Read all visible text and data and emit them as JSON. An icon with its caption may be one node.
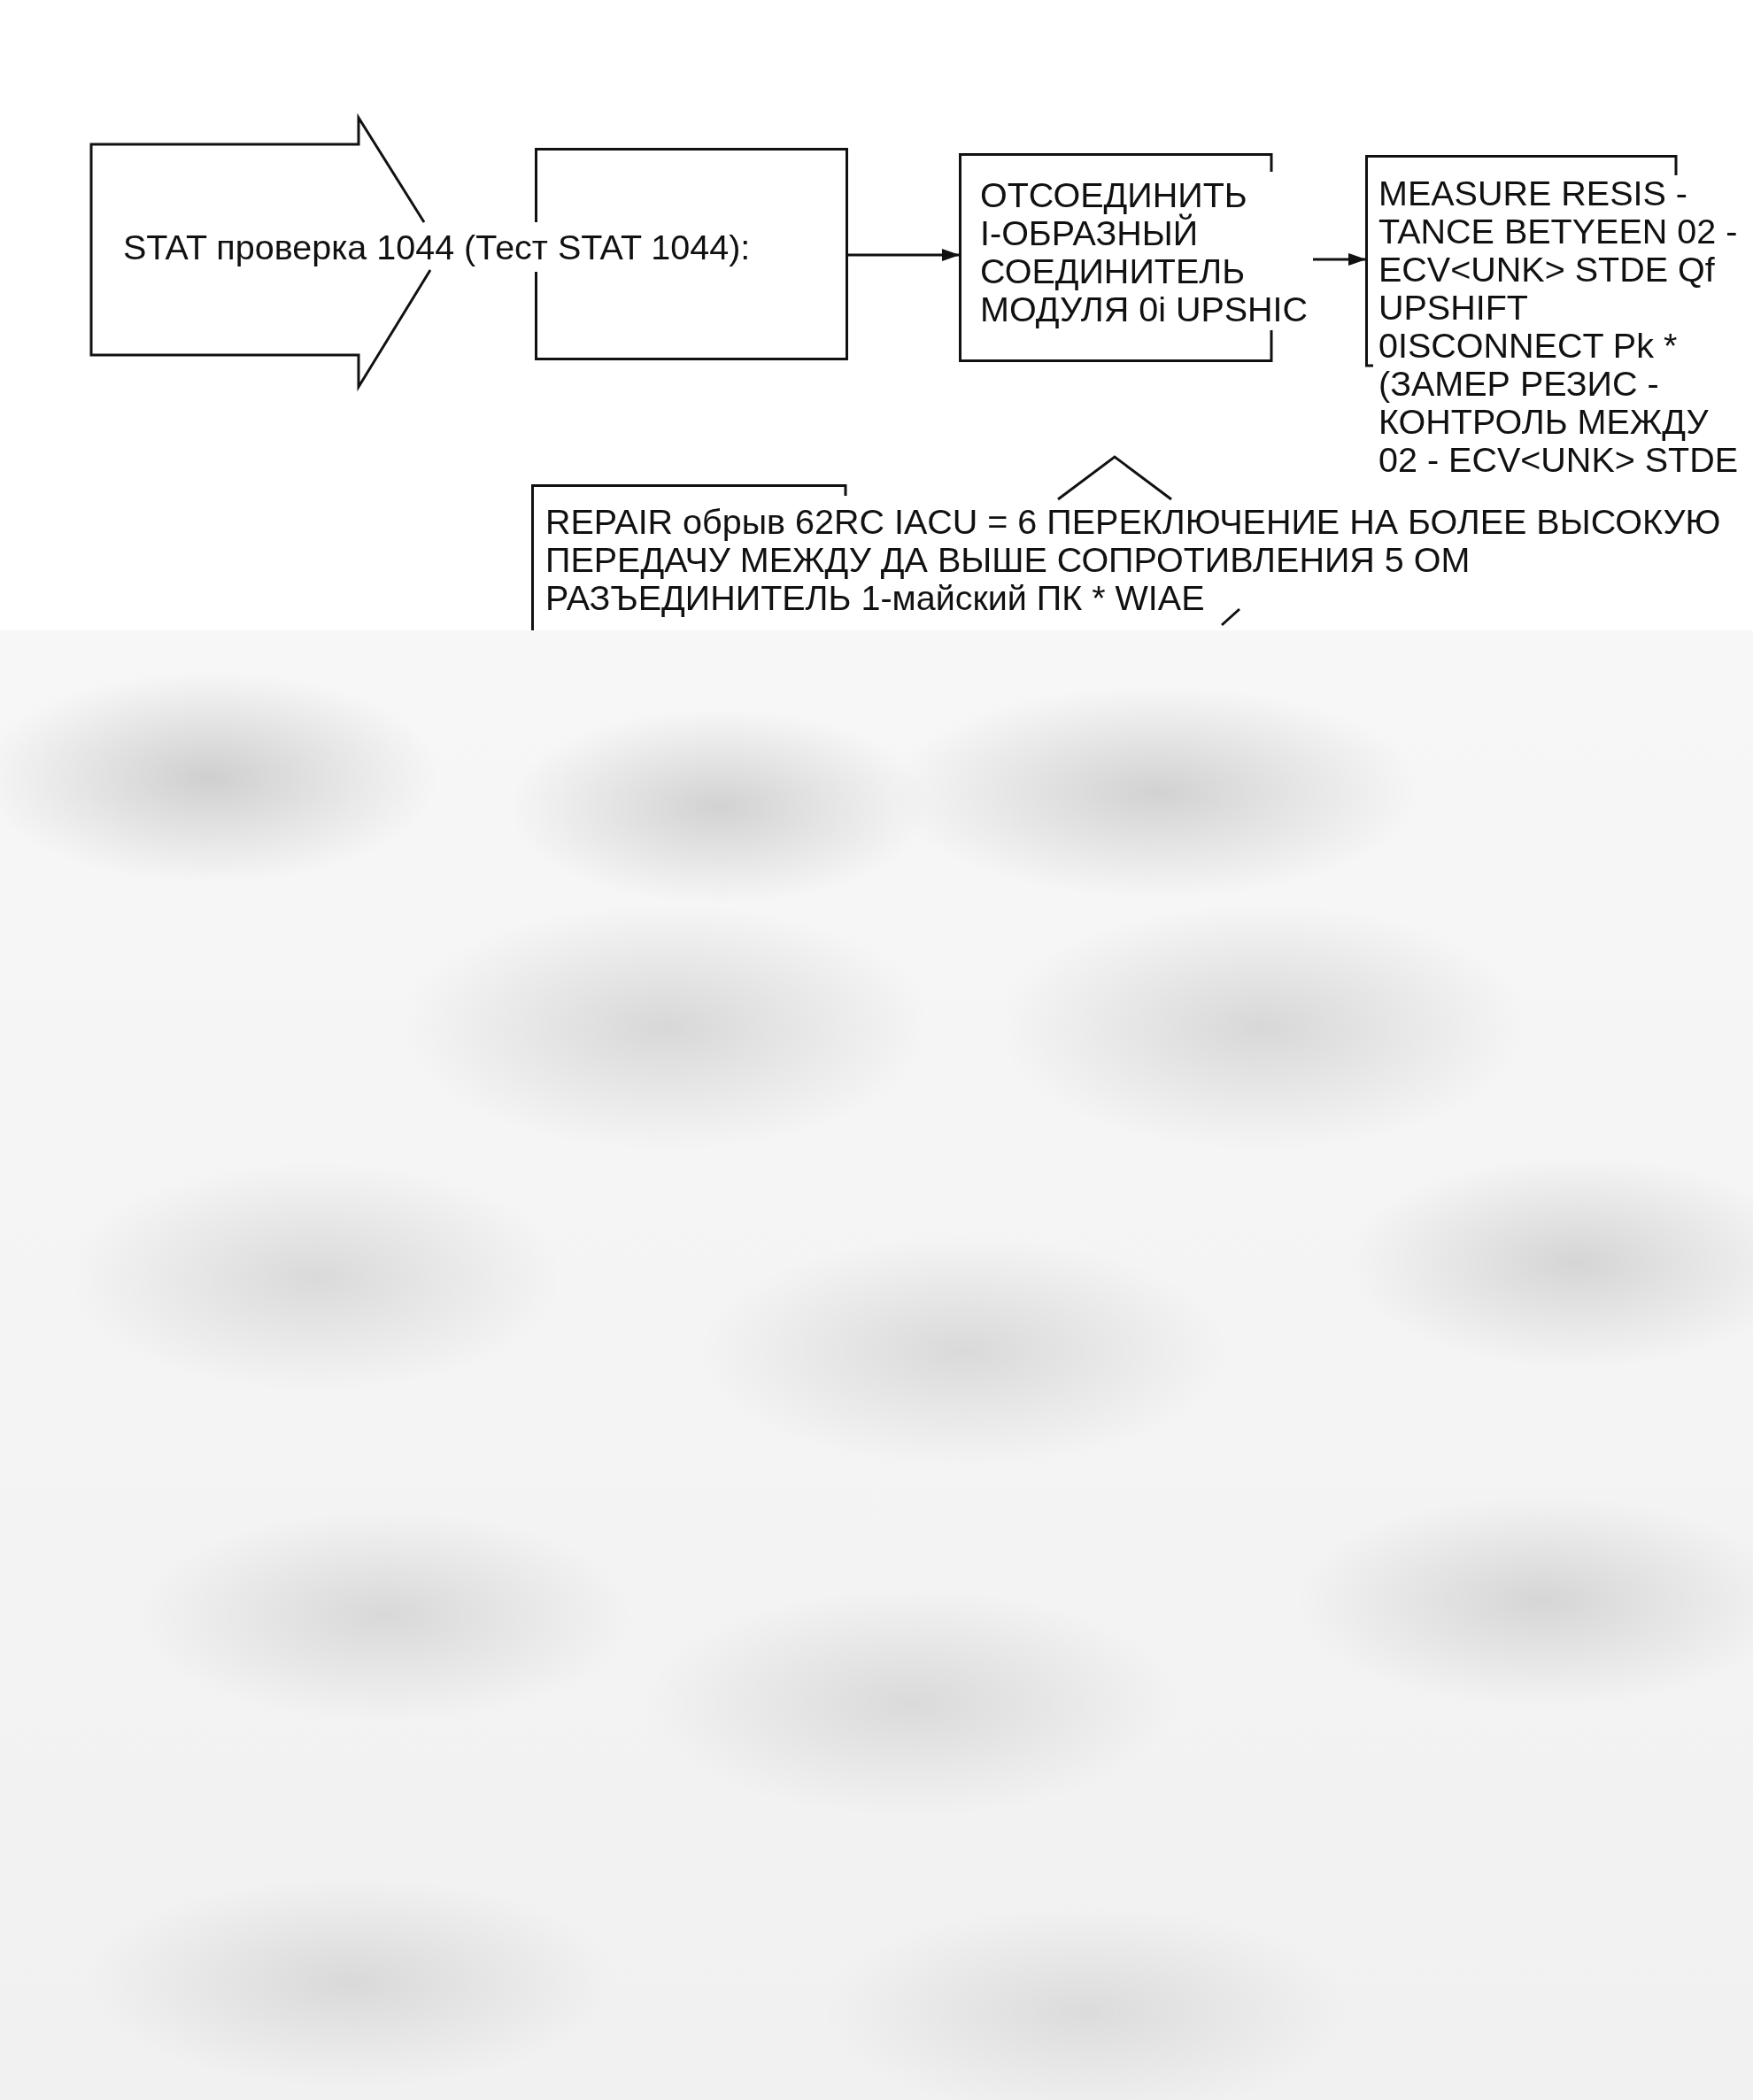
{
  "diagram": {
    "nodes": [
      {
        "text": [
          "STAT проверка 1044 (Тест STAT 1044):"
        ]
      },
      {
        "text": [],
        "shape": "box"
      },
      {
        "text": [
          "ОТСОЕДИНИТЬ I-ОБРАЗНЫЙ СОЕДИНИТЕЛЬ МОДУЛЯ 0i UPSHIC"
        ]
      },
      {
        "text": [
          "MEASURE RESIS - TANCE BETYEEN 02 - ECV<UNK> STDE Qf UPSHIFT 0ISCONNECT Pk * (ЗАМЕР РЕЗИС - КОНТРОЛЬ МЕЖДУ 02 - ECV<UNK> STDE"
        ]
      },
      {
        "text": [
          "REPAIR обрыв 62RC IACU = 6 ПЕРЕКЛЮЧЕНИЕ НА БОЛЕЕ ВЫСОКУЮ ПЕРЕДАЧУ МЕЖДУ ДА ВЫШЕ СОПРОТИВЛЕНИЯ 5 ОМ РАЗЪЕДИНИТЕЛЬ 1-майский ПК * WIAE"
        ]
      }
    ],
    "edges": [
      {
        "from": 1,
        "to": 2,
        "arrow": "to"
      },
      {
        "from": 2,
        "to": 3,
        "arrow": "to"
      }
    ]
  }
}
